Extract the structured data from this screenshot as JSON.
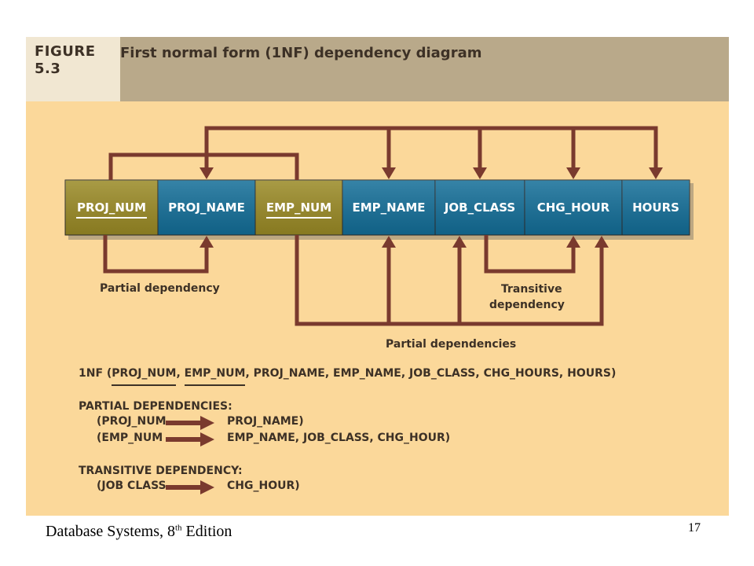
{
  "figure": {
    "label_line1": "FIGURE",
    "label_line2": "5.3",
    "title": "First normal form (1NF) dependency diagram"
  },
  "attributes": [
    {
      "name": "PROJ_NUM",
      "key": true
    },
    {
      "name": "PROJ_NAME",
      "key": false
    },
    {
      "name": "EMP_NUM",
      "key": true
    },
    {
      "name": "EMP_NAME",
      "key": false
    },
    {
      "name": "JOB_CLASS",
      "key": false
    },
    {
      "name": "CHG_HOUR",
      "key": false
    },
    {
      "name": "HOURS",
      "key": false
    }
  ],
  "arrow_labels": {
    "partial_dependency": "Partial dependency",
    "transitive_line1": "Transitive",
    "transitive_line2": "dependency",
    "partial_dependencies": "Partial dependencies"
  },
  "notation": {
    "nf_prefix": "1NF (",
    "nf_key1": "PROJ_NUM",
    "nf_sep": ", ",
    "nf_key2": "EMP_NUM",
    "nf_rest": ", PROJ_NAME, EMP_NAME, JOB_CLASS, CHG_HOURS, HOURS)",
    "partial_heading": "PARTIAL DEPENDENCIES:",
    "partial_rows": [
      {
        "left": "(PROJ_NUM",
        "right": "PROJ_NAME)"
      },
      {
        "left": "(EMP_NUM",
        "right": "EMP_NAME, JOB_CLASS, CHG_HOUR)"
      }
    ],
    "transitive_heading": "TRANSITIVE DEPENDENCY:",
    "transitive_rows": [
      {
        "left": "(JOB CLASS",
        "right": "CHG_HOUR)"
      }
    ]
  },
  "colors": {
    "background": "#fbd89a",
    "header": "#b9a98a",
    "key_box": "#9a8a25",
    "attr_box": "#136e98",
    "arrow": "#7a3a2e"
  },
  "footer": {
    "book_prefix": "Database Systems, 8",
    "book_sup": "th",
    "book_suffix": " Edition",
    "page": "17"
  }
}
